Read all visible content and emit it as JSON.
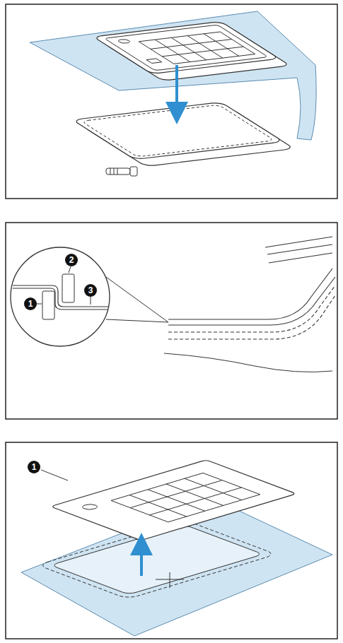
{
  "diagram": {
    "labels": [
      "2",
      "1",
      "3",
      "1"
    ]
  }
}
